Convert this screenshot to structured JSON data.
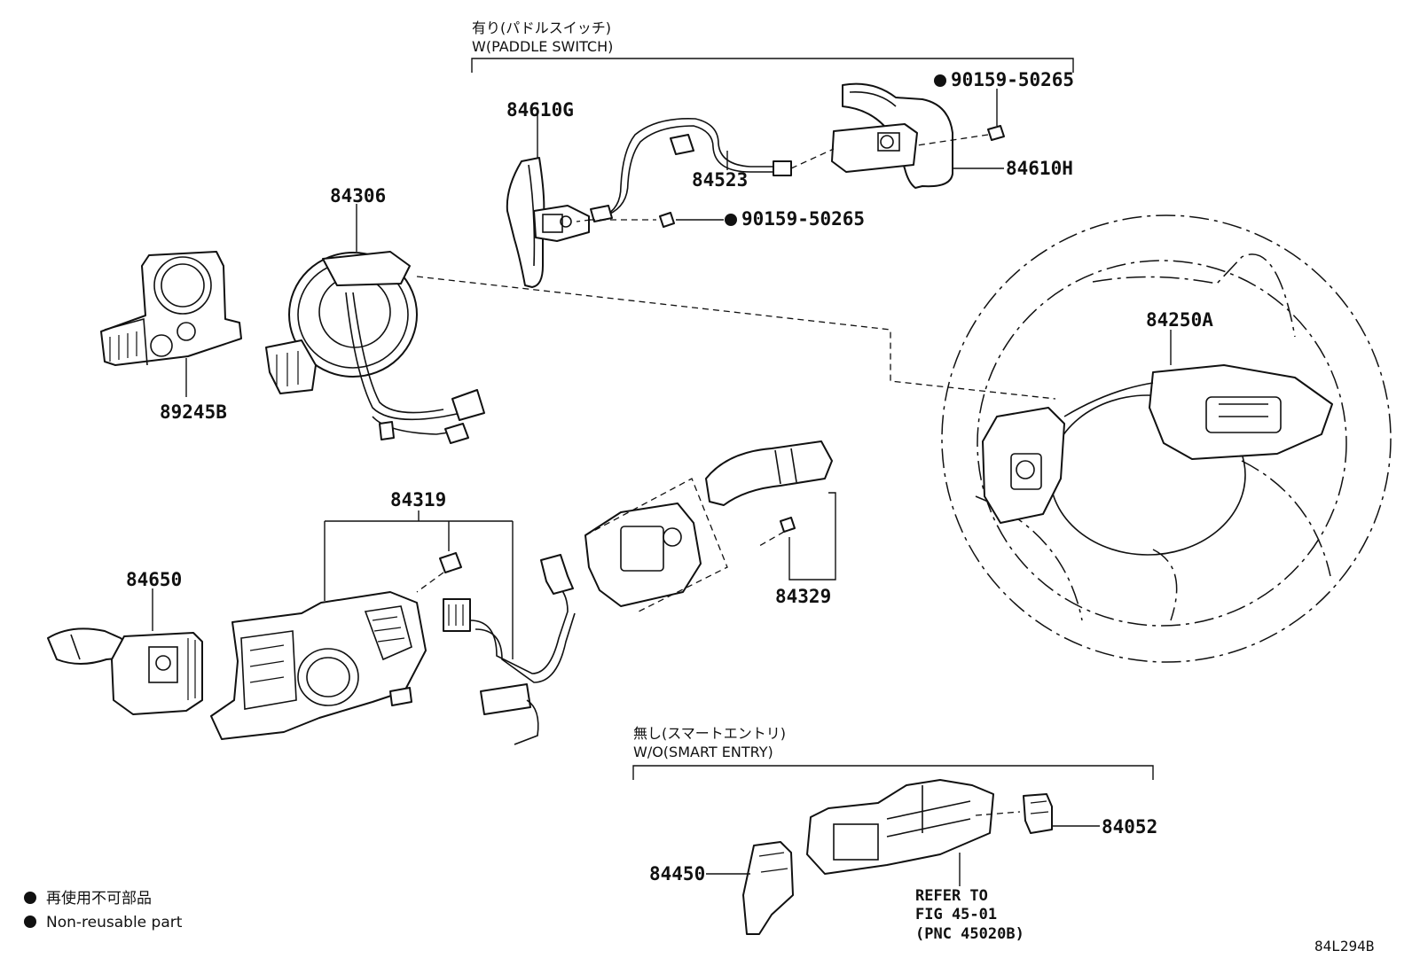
{
  "groups": {
    "paddle": {
      "title_jp": "有り(パドルスイッチ)",
      "title_en": "W(PADDLE SWITCH)"
    },
    "smart_entry": {
      "title_jp": "無し(スマートエントリ)",
      "title_en": "W/O(SMART ENTRY)"
    }
  },
  "parts": {
    "p84610G": "84610G",
    "p84523": "84523",
    "p84610H": "84610H",
    "bolt_upper": "90159-50265",
    "bolt_lower": "90159-50265",
    "p84306": "84306",
    "p89245B": "89245B",
    "p84250A": "84250A",
    "p84319": "84319",
    "p84650": "84650",
    "p84329": "84329",
    "p84052": "84052",
    "p84450": "84450"
  },
  "reference": {
    "line1": "REFER TO",
    "line2": "FIG 45-01",
    "line3": "(PNC 45020B)"
  },
  "legend": {
    "jp": "再使用不可部品",
    "en": "Non-reusable part"
  },
  "diagram_code": "84L294B"
}
